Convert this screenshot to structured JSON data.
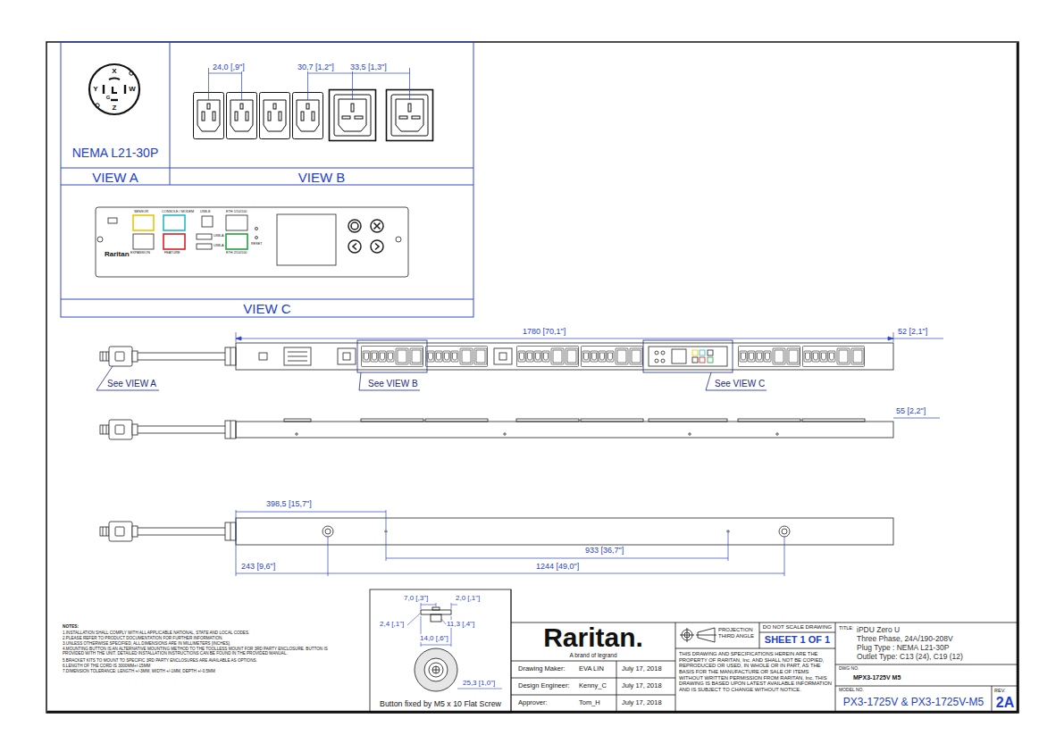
{
  "diagram": {
    "nodes": [
      {
        "text": [
          "NEMA L21-30P",
          "VIEW A"
        ]
      },
      {
        "text": [
          "VIEW B"
        ]
      },
      {
        "text": [
          "VIEW C"
        ]
      },
      {
        "text": [
          "Button fixed by M5 x 10 Flat Screw"
        ]
      },
      {
        "text": [
          "Raritan.",
          "A brand of legrand"
        ]
      },
      {
        "text": [
          "Drawing Maker:",
          "EVA LIN",
          "July 17, 2018"
        ]
      },
      {
        "text": [
          "Design Engineer:",
          "Kenny_C",
          "July 17, 2018"
        ]
      },
      {
        "text": [
          "Approver:",
          "Tom_H",
          "July 17, 2018"
        ]
      },
      {
        "text": [
          "PROJECTION THIRD ANGLE"
        ]
      },
      {
        "text": [
          "DO NOT SCALE DRAWING"
        ]
      },
      {
        "text": [
          "SHEET 1 OF 1"
        ]
      },
      {
        "text": [
          "THIS DRAWING AND SPECIFICATIONS HEREIN ARE THE PROPERTY OF RARITAN, Inc. AND SHALL NOT BE COPIED, REPRODUCED OR USED, IN WHOLE OR IN PART, AS THE BASIS FOR THE MANUFACTURE OR SALE OF ITEMS WITHOUT WRITTEN PERMISSION FROM RARITAN, Inc. THIS DRAWING IS BASED UPON LATEST AVAILABLE INFORMATION AND IS SUBJECT TO CHANGE WITHOUT NOTICE."
        ]
      },
      {
        "text": [
          "TITLE:",
          "iPDU Zero U",
          "Three Phase, 24A/190-208V",
          "Plug Type : NEMA L21-30P",
          "Outlet Type: C13 (24), C19 (12)"
        ]
      },
      {
        "text": [
          "DWG NO.",
          "MPX3-1725V M5"
        ]
      },
      {
        "text": [
          "MODEL NO.",
          "PX3-1725V & PX3-1725V-M5"
        ]
      },
      {
        "text": [
          "REV.",
          "2A"
        ]
      }
    ],
    "labels": [
      "X",
      "W",
      "Z",
      "Y",
      "G",
      "24,0 [,9\"]",
      "30,7 [1,2\"]",
      "33,5 [1,3\"]",
      "SENSOR",
      "CONSOLE / MODEM",
      "USB-B",
      "ETH 1/10/100",
      "EXPANSION",
      "FEATURE",
      "USB-A",
      "USB-A",
      "RESET",
      "ETH 2/10/100",
      "Raritan",
      "1780 [70,1\"]",
      "52 [2,1\"]",
      "See VIEW A",
      "See VIEW B",
      "See VIEW C",
      "55 [2,2\"]",
      "398,5 [15,7\"]",
      "933 [36,7\"]",
      "243 [9,6\"]",
      "1244 [49,0\"]",
      "7,0 [,3\"]",
      "2,0 [,1\"]",
      "2,4 [,1\"]",
      "11,3 [,4\"]",
      "14,0 [,6\"]",
      "25,3 [1,0\"]",
      "NOTES:",
      "1.INSTALLATION SHALL COMPLY WITH ALL APPLICABLE NATIONAL, STATE AND LOCAL CODES.",
      "2.PLEASE REFER TO PRODUCT DOCUMENTATION FOR FURTHER INFORMATION.",
      "3.UNLESS OTHERWISE SPECIFIED, ALL DIMENSIONS ARE IN MILLIMETERS [INCHES].",
      "4.MOUNTING BUTTON IS AN ALTERNATIVE MOUNTING METHOD TO THE TOOLLESS MOUNT FOR 3RD PARTY ENCLOSURE. BUTTON IS PROVIDED WITH THE UNIT. DETAILED INSTALLATION INSTRUCTIONS CAN BE FOUND IN THE PROVIDED MANUAL.",
      "5.BRACKET KITS TO MOUNT TO SPECIFIC 3RD PARTY ENCLOSURES ARE AVAILABLE AS OPTIONS.",
      "6.LENGTH OF THE CORD IS 3000MM+/-15MM",
      "7.DIMENSION TOLERANCE: LENGTH +/-3MM, WIDTH +/-1MM, DEPTH +/-0.5MM"
    ]
  }
}
